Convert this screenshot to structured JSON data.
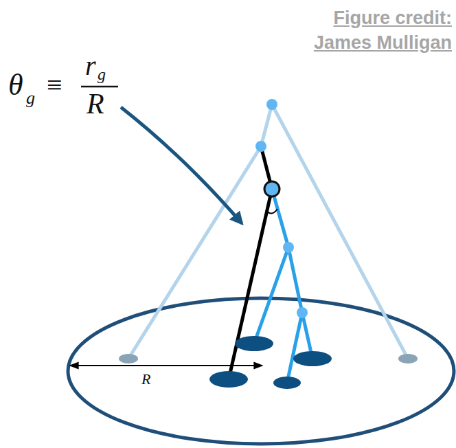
{
  "diagram": {
    "labels": [
      "Figure credit:",
      "James Mulligan",
      "θ",
      "g",
      "≡",
      "r",
      "g",
      "R",
      "R"
    ]
  }
}
